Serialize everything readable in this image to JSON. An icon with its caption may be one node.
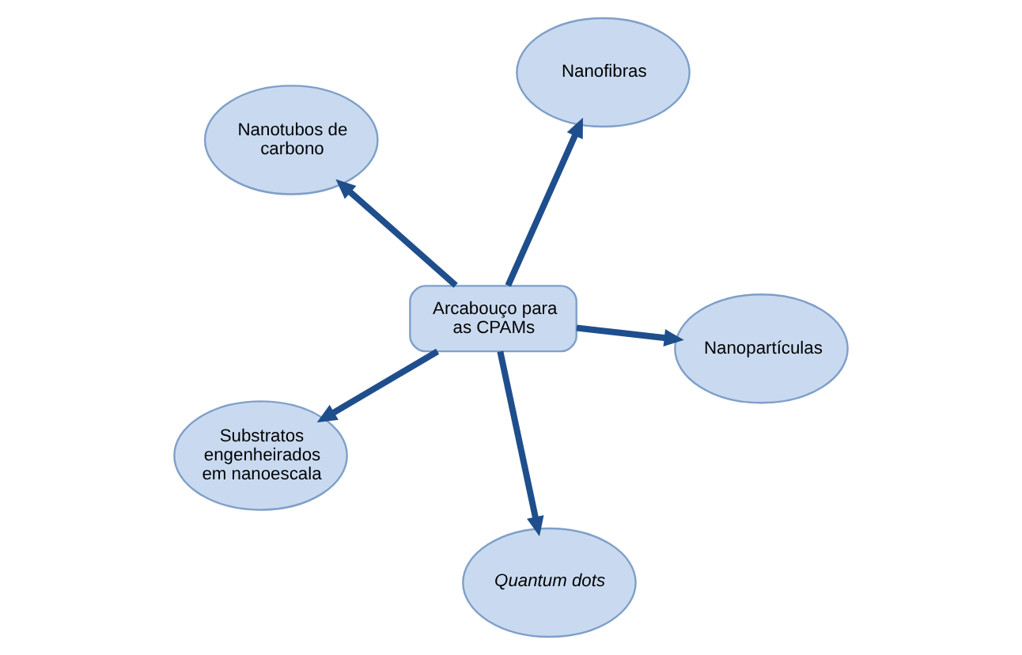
{
  "diagram": {
    "nodes": [
      {
        "text": [
          "Nanotubos de carbono"
        ]
      },
      {
        "text": [
          "Nanopartículas"
        ]
      },
      {
        "text": [
          "Quantum dots"
        ]
      },
      {
        "text": [
          "Arcabouço para as CPAMs"
        ]
      },
      {
        "text": [
          "Nanofibras"
        ]
      },
      {
        "text": [
          "Substratos engenheirados em nanoescala"
        ]
      }
    ],
    "edges": [
      {
        "from": 3,
        "to": 0,
        "arrow": "to"
      },
      {
        "from": 3,
        "to": 1,
        "arrow": "to"
      },
      {
        "from": 3,
        "to": 2,
        "arrow": "to"
      },
      {
        "from": 3,
        "to": 4,
        "arrow": "to"
      },
      {
        "from": 3,
        "to": 5,
        "arrow": "to"
      }
    ]
  }
}
